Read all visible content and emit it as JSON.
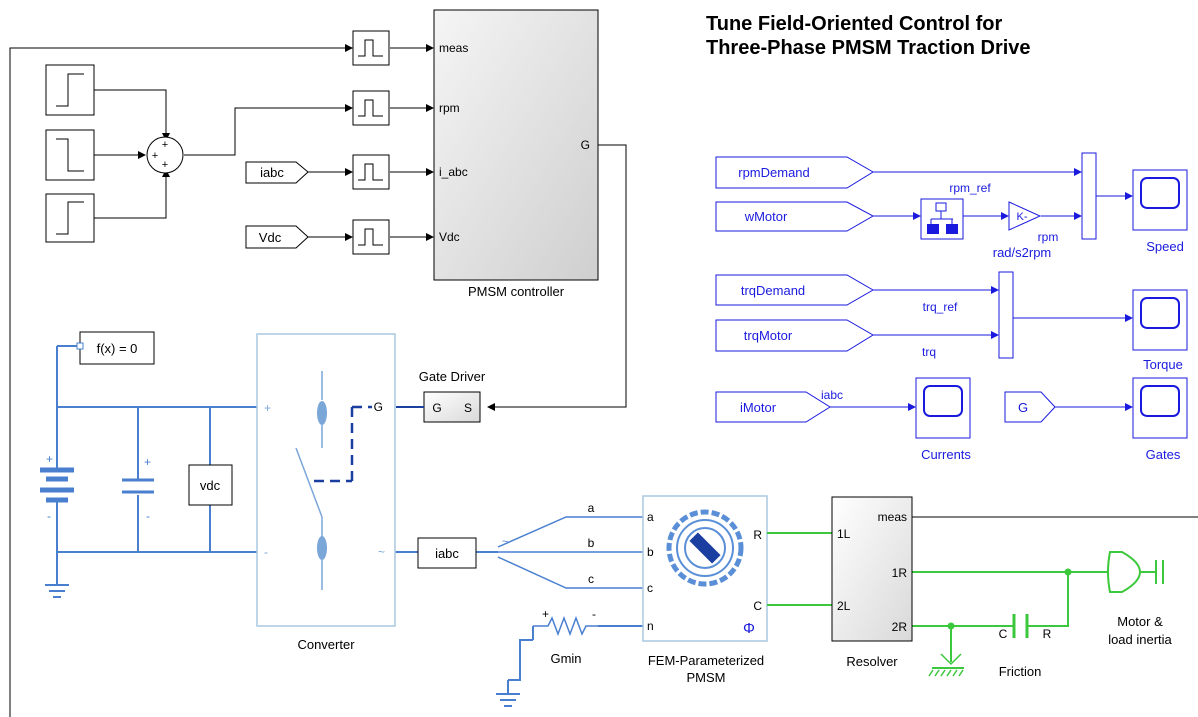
{
  "title": {
    "line1": "Tune Field-Oriented Control for",
    "line2": "Three-Phase PMSM Traction Drive"
  },
  "controller": {
    "name": "PMSM controller",
    "ports_in": [
      "meas",
      "rpm",
      "i_abc",
      "Vdc"
    ],
    "port_out": "G"
  },
  "inputs": {
    "iabc": "iabc",
    "vdc": "Vdc"
  },
  "power": {
    "solver": "f(x) = 0",
    "vdc_sensor": "vdc",
    "converter": "Converter",
    "iabc_sensor": "iabc"
  },
  "gate_driver": {
    "name": "Gate Driver",
    "port_g": "G",
    "port_s": "S",
    "conv_port": "G"
  },
  "motor": {
    "name_line1": "FEM-Parameterized",
    "name_line2": "PMSM",
    "ports_left": [
      "a",
      "b",
      "c",
      "n"
    ],
    "ports_right": [
      "R",
      "C"
    ],
    "phi": "Φ",
    "wires": [
      "a",
      "b",
      "c"
    ]
  },
  "gmin": "Gmin",
  "resolver": {
    "name": "Resolver",
    "ports_left": [
      "1L",
      "2L"
    ],
    "ports_right": [
      "meas",
      "1R",
      "2R"
    ]
  },
  "friction": {
    "name": "Friction",
    "port_c": "C",
    "port_r": "R"
  },
  "inertia": {
    "line1": "Motor &",
    "line2": "load inertia"
  },
  "scopes": {
    "rpm_demand": "rpmDemand",
    "w_motor": "wMotor",
    "rpm_ref": "rpm_ref",
    "gain": "K-",
    "rpm": "rpm",
    "gain_name": "rad/s2rpm",
    "speed": "Speed",
    "trq_demand": "trqDemand",
    "trq_motor": "trqMotor",
    "trq_ref": "trq_ref",
    "trq": "trq",
    "torque": "Torque",
    "i_motor": "iMotor",
    "iabc": "iabc",
    "currents": "Currents",
    "g": "G",
    "gates": "Gates"
  },
  "colors": {
    "signal": "#000000",
    "simscape_electrical": "#4a7fd0",
    "simscape_mech": "#3cc83c",
    "block_link": "#1a1adf"
  }
}
